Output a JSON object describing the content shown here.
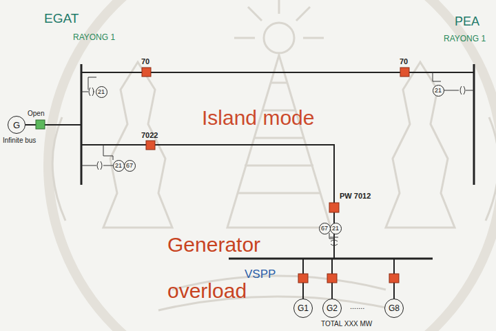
{
  "diagram": {
    "nodes": [
      {
        "text": [
          "G"
        ]
      },
      {
        "text": [
          "21"
        ]
      },
      {
        "text": [
          "21"
        ]
      },
      {
        "text": [
          "21"
        ]
      },
      {
        "text": [
          "67"
        ]
      },
      {
        "text": [
          "67"
        ]
      },
      {
        "text": [
          "21"
        ]
      },
      {
        "text": [
          "G1"
        ]
      },
      {
        "text": [
          "G2"
        ]
      },
      {
        "text": [
          "G8"
        ]
      }
    ],
    "labels": [
      "EGAT",
      "RAYONG 1",
      "PEA",
      "RAYONG 1",
      "Infinite bus",
      "Open",
      "70",
      "70",
      "7022",
      "PW 7012",
      "Island mode",
      "Generator",
      "overload",
      "VSPP",
      ".......",
      "TOTAL XXX MW"
    ]
  }
}
